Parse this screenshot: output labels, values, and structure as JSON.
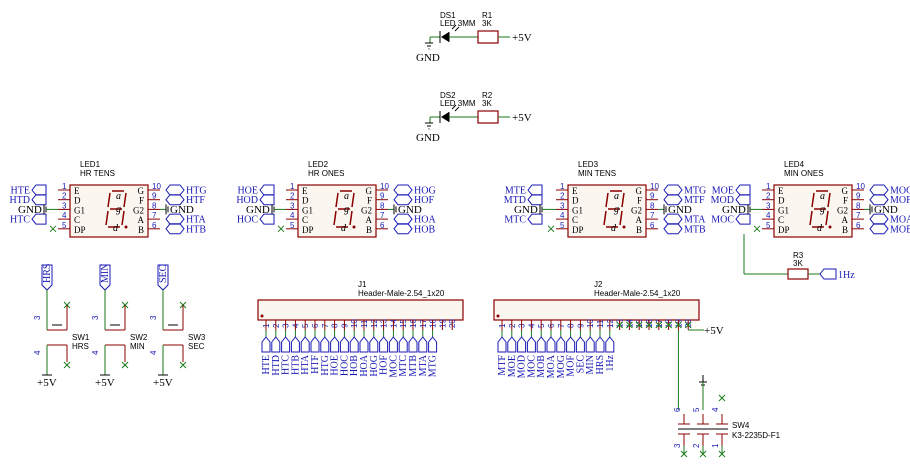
{
  "supply": "+5V",
  "gnd": "GND",
  "leds": [
    {
      "ref": "DS1",
      "value": "LED 3MM",
      "res_ref": "R1",
      "res_value": "3K"
    },
    {
      "ref": "DS2",
      "value": "LED 3MM",
      "res_ref": "R2",
      "res_value": "3K"
    }
  ],
  "displays": [
    {
      "ref": "LED1",
      "name": "HR TENS",
      "left_nets": [
        "HTE",
        "HTD",
        "GND",
        "HTC"
      ],
      "right_nets": [
        "HTG",
        "HTF",
        "GND",
        "HTA",
        "HTB"
      ]
    },
    {
      "ref": "LED2",
      "name": "HR ONES",
      "left_nets": [
        "HOE",
        "HOD",
        "GND",
        "HOC"
      ],
      "right_nets": [
        "HOG",
        "HOF",
        "GND",
        "HOA",
        "HOB"
      ]
    },
    {
      "ref": "LED3",
      "name": "MIN TENS",
      "left_nets": [
        "MTE",
        "MTD",
        "GND",
        "MTC"
      ],
      "right_nets": [
        "MTG",
        "MTF",
        "GND",
        "MTA",
        "MTB"
      ]
    },
    {
      "ref": "LED4",
      "name": "MIN ONES",
      "left_nets": [
        "MOE",
        "MOD",
        "GND",
        "MOC"
      ],
      "right_nets": [
        "MOG",
        "MOF",
        "GND",
        "MOA",
        "MOB"
      ]
    }
  ],
  "display_pins_left": [
    "E",
    "D",
    "G1",
    "C",
    "DP"
  ],
  "display_pins_right": [
    "G",
    "F",
    "G2",
    "A",
    "B"
  ],
  "display_pin_nums_left": [
    "1",
    "2",
    "3",
    "4",
    "5"
  ],
  "display_pin_nums_right": [
    "10",
    "9",
    "8",
    "7",
    "6"
  ],
  "segments": [
    "a",
    "f",
    "g",
    "b",
    "e",
    "c",
    "d",
    "DP"
  ],
  "r3": {
    "ref": "R3",
    "value": "3K",
    "net": "1Hz"
  },
  "switches": [
    {
      "ref": "SW1",
      "name": "HRS",
      "net": "HRS",
      "pin_top": "3",
      "pin_bot": "4"
    },
    {
      "ref": "SW2",
      "name": "MIN",
      "net": "MIN",
      "pin_top": "3",
      "pin_bot": "4"
    },
    {
      "ref": "SW3",
      "name": "SEC",
      "net": "SEC",
      "pin_top": "3",
      "pin_bot": "4"
    }
  ],
  "headers": [
    {
      "ref": "J1",
      "value": "Header-Male-2.54_1x20",
      "pins": [
        "1",
        "2",
        "3",
        "4",
        "5",
        "6",
        "7",
        "8",
        "9",
        "10",
        "11",
        "12",
        "13",
        "14",
        "15",
        "16",
        "17",
        "18",
        "19",
        "20"
      ],
      "nets": [
        "HTE",
        "HTD",
        "HTC",
        "HTB",
        "HTA",
        "HTF",
        "HTG",
        "HOE",
        "HOC",
        "HOB",
        "HOA",
        "HOG",
        "HOF",
        "MOC",
        "MTC",
        "MTB",
        "MTA",
        "MTG"
      ]
    },
    {
      "ref": "J2",
      "value": "Header-Male-2.54_1x20",
      "pins": [
        "1",
        "2",
        "3",
        "4",
        "5",
        "6",
        "7",
        "8",
        "9",
        "10",
        "11",
        "12",
        "13",
        "14",
        "15",
        "16",
        "17",
        "18",
        "19",
        "20"
      ],
      "nets": [
        "MTF",
        "MOE",
        "MOD",
        "MOC",
        "MOB",
        "MOA",
        "MOG",
        "MOF",
        "SEC",
        "MIN",
        "HRS",
        "1Hz"
      ],
      "supply": "+5V"
    }
  ],
  "sw4": {
    "ref": "SW4",
    "value": "K3-2235D-F1",
    "pins_top": [
      "6",
      "5",
      "4"
    ],
    "pins_bot": [
      "3",
      "2",
      "1"
    ]
  }
}
